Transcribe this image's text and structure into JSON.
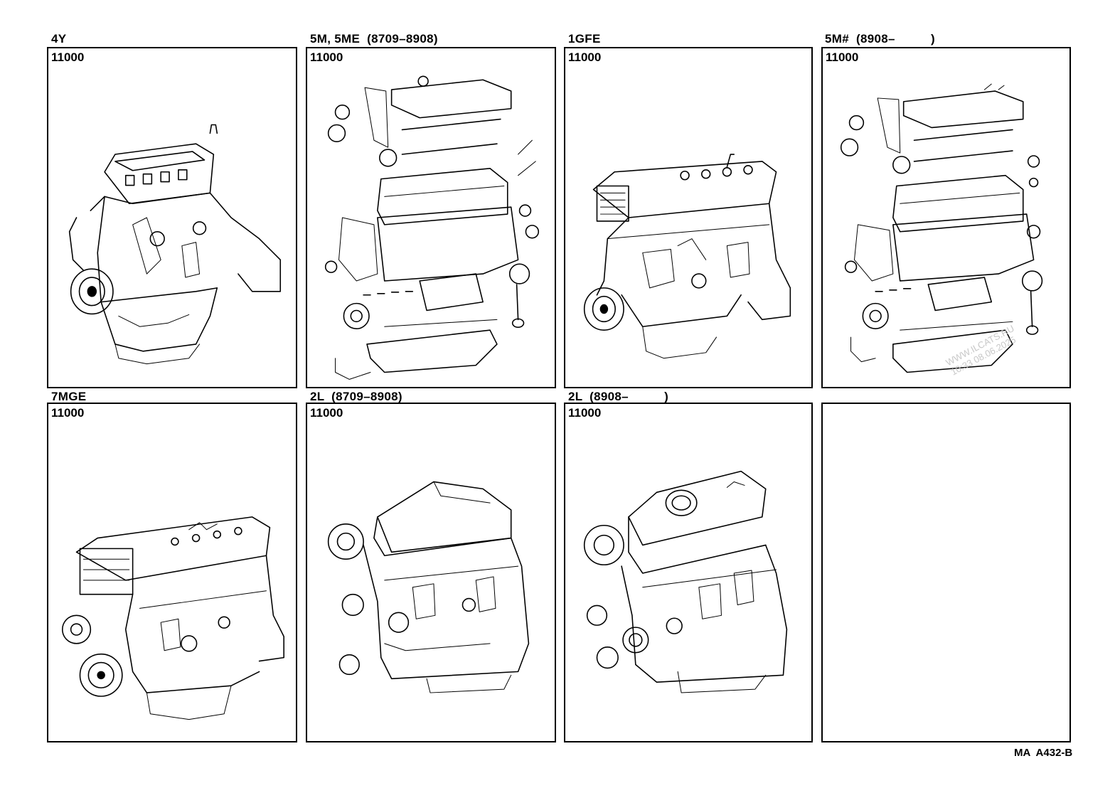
{
  "panels": [
    {
      "engine": "4Y",
      "part": "11000"
    },
    {
      "engine": "5M, 5ME  (8709–8908)",
      "part": "11000"
    },
    {
      "engine": "1GFE",
      "part": "11000"
    },
    {
      "engine": "5M#  (8908–          )",
      "part": "11000"
    },
    {
      "engine": "7MGE",
      "part": "11000"
    },
    {
      "engine": "2L  (8709–8908)",
      "part": "11000"
    },
    {
      "engine": "2L  (8908–          )",
      "part": "11000"
    },
    {
      "engine": "",
      "part": ""
    }
  ],
  "footer": {
    "ref": "MA  A432-B"
  },
  "watermark": {
    "line1": "WWW.ILCATS.RU",
    "line2": "10:33 08.06.2025"
  }
}
